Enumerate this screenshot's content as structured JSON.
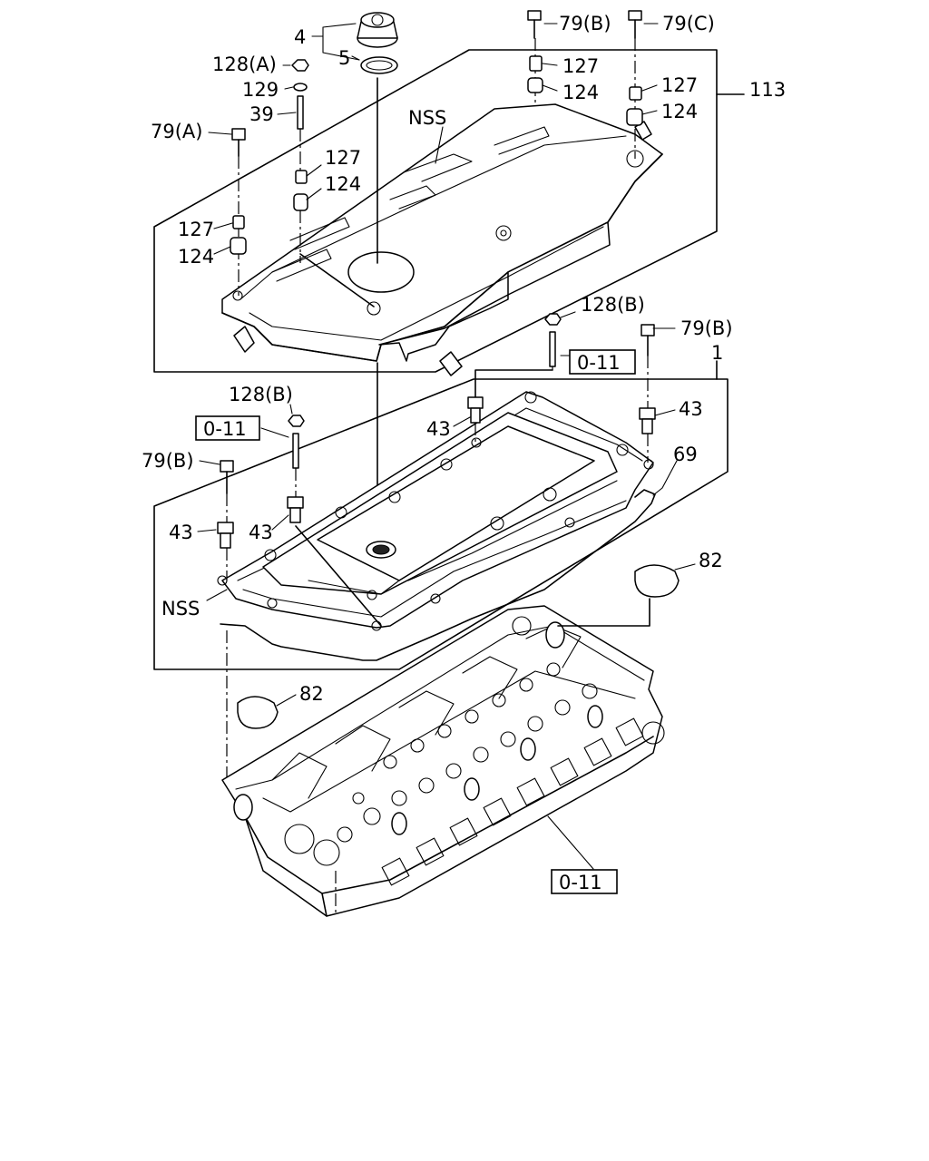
{
  "callouts": {
    "c4": "4",
    "c5": "5",
    "c128a": "128(A)",
    "c129": "129",
    "c39": "39",
    "c79a": "79(A)",
    "c127_left": "127",
    "c124_left": "124",
    "c127_mid": "127",
    "c124_mid": "124",
    "c79b_top": "79(B)",
    "c79c_top": "79(C)",
    "c127_top_mid": "127",
    "c124_top_mid": "124",
    "c127_top_right": "127",
    "c124_top_right": "124",
    "c113": "113",
    "nss_cover": "NSS",
    "c128b_upper": "128(B)",
    "ref011_upper": "0-11",
    "c79b_right": "79(B)",
    "c1": "1",
    "c43_mid": "43",
    "c43_right": "43",
    "c69": "69",
    "c128b_left": "128(B)",
    "ref011_left": "0-11",
    "c79b_left": "79(B)",
    "c43_left": "43",
    "c43_inner": "43",
    "nss_gasket": "NSS",
    "c82_right": "82",
    "c82_left": "82",
    "ref011_head": "0-11"
  }
}
